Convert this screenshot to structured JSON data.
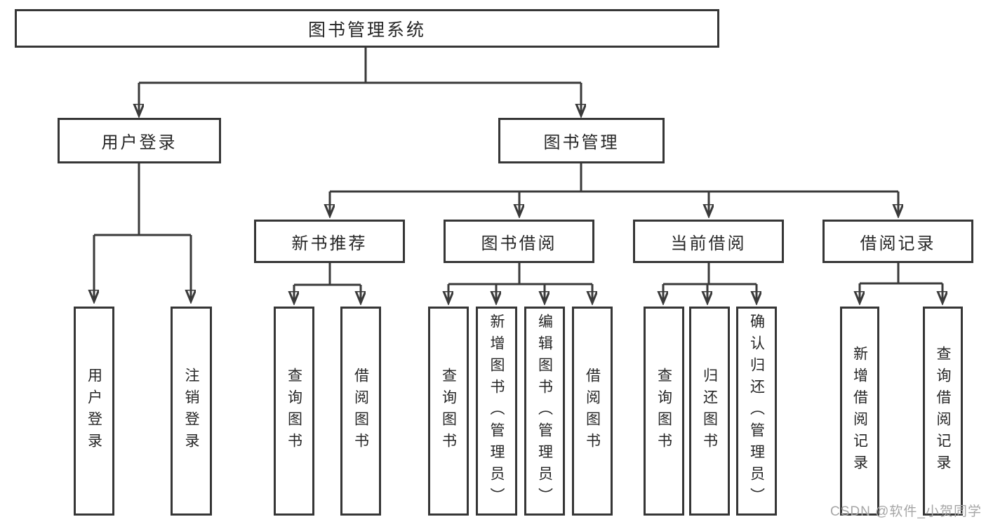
{
  "diagram": {
    "root": {
      "label": "图书管理系统"
    },
    "branches": [
      {
        "label": "用户登录",
        "children": [
          {
            "label": "用户登录"
          },
          {
            "label": "注销登录"
          }
        ]
      },
      {
        "label": "图书管理",
        "children": [
          {
            "label": "新书推荐",
            "children": [
              {
                "label": "查询图书"
              },
              {
                "label": "借阅图书"
              }
            ]
          },
          {
            "label": "图书借阅",
            "children": [
              {
                "label": "查询图书"
              },
              {
                "label": "新增图书（管理员）"
              },
              {
                "label": "编辑图书（管理员）"
              },
              {
                "label": "借阅图书"
              }
            ]
          },
          {
            "label": "当前借阅",
            "children": [
              {
                "label": "查询图书"
              },
              {
                "label": "归还图书"
              },
              {
                "label": "确认归还（管理员）"
              }
            ]
          },
          {
            "label": "借阅记录",
            "children": [
              {
                "label": "新增借阅记录"
              },
              {
                "label": "查询借阅记录"
              }
            ]
          }
        ]
      }
    ],
    "colors": {
      "line": "#3a3a3a",
      "box_border": "#363636",
      "text": "#262626",
      "background": "#ffffff"
    }
  },
  "watermark": {
    "text": "CSDN @软件_小贺同学",
    "color": "#a6a6a6"
  }
}
